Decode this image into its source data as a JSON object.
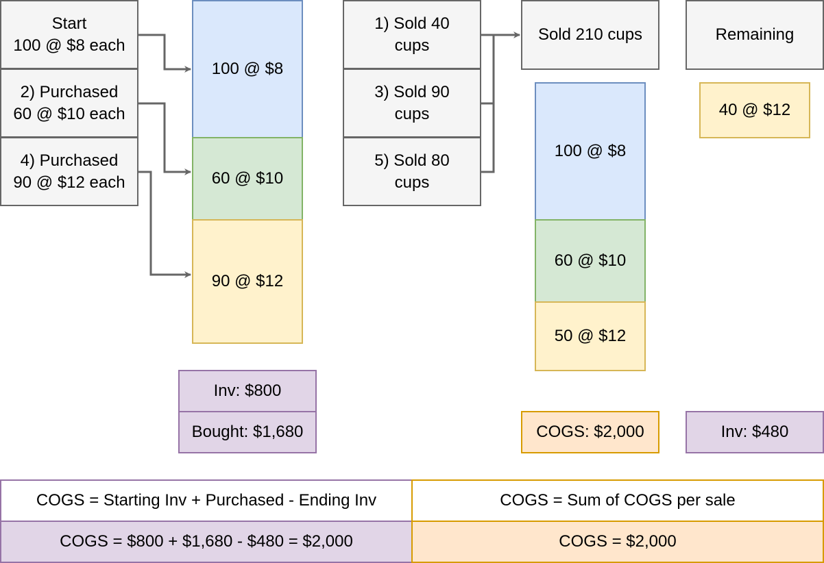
{
  "left_events": {
    "start": "Start\n100 @ $8 each",
    "purchase2": "2) Purchased\n60 @ $10 each",
    "purchase4": "4) Purchased\n90 @ $12 each"
  },
  "inventory_stack": {
    "layer1": "100 @ $8",
    "layer2": "60 @ $10",
    "layer3": "90 @ $12"
  },
  "inventory_totals": {
    "inv": "Inv: $800",
    "bought": "Bought: $1,680"
  },
  "sales": {
    "sale1": "1) Sold 40\ncups",
    "sale3": "3) Sold 90\ncups",
    "sale5": "5) Sold 80\ncups"
  },
  "sold_summary": {
    "title": "Sold 210 cups",
    "layer1": "100 @ $8",
    "layer2": "60 @ $10",
    "layer3": "50 @ $12",
    "cogs": "COGS: $2,000"
  },
  "remaining": {
    "title": "Remaining",
    "layer1": "40 @ $12",
    "inv": "Inv: $480"
  },
  "formulas": {
    "left_header": "COGS = Starting Inv + Purchased - Ending Inv",
    "left_value": "COGS = $800 + $1,680 - $480 = $2,000",
    "right_header": "COGS = Sum of COGS per sale",
    "right_value": "COGS = $2,000"
  },
  "colors": {
    "gray_fill": "#f5f5f5",
    "blue_fill": "#dae8fc",
    "green_fill": "#d5e8d4",
    "yellow_fill": "#fff2cc",
    "purple_fill": "#e1d5e7",
    "orange_fill": "#ffe6cc",
    "connector": "#666666"
  }
}
